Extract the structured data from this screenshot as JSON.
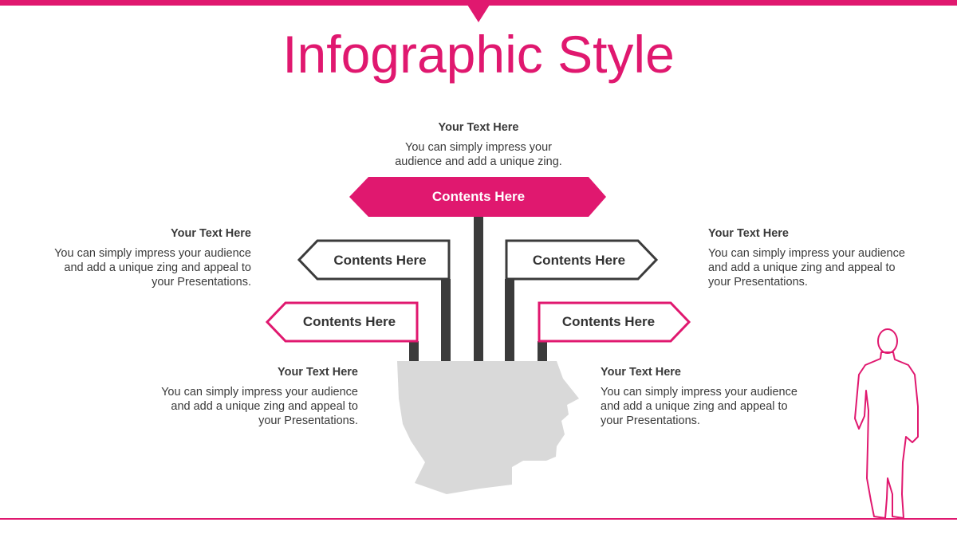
{
  "title": "Infographic Style",
  "colors": {
    "accent": "#e0186f",
    "dark": "#3b3b3b",
    "head": "#d9d9d9"
  },
  "signs": {
    "top": "Contents Here",
    "upper_left": "Contents Here",
    "upper_right": "Contents Here",
    "lower_left": "Contents Here",
    "lower_right": "Contents Here"
  },
  "blocks": {
    "top": {
      "heading": "Your Text Here",
      "body": "You can simply impress your audience and add a unique zing."
    },
    "upper_left": {
      "heading": "Your Text Here",
      "body": "You can simply impress your audience and add a unique zing and appeal to your Presentations."
    },
    "upper_right": {
      "heading": "Your Text Here",
      "body": "You can simply impress your audience and add a unique zing and appeal to your Presentations."
    },
    "lower_left": {
      "heading": "Your Text Here",
      "body": "You can simply impress your audience and add a unique zing and appeal to your Presentations."
    },
    "lower_right": {
      "heading": "Your Text Here",
      "body": "You can simply impress your audience and add a unique zing and appeal to your Presentations."
    }
  }
}
